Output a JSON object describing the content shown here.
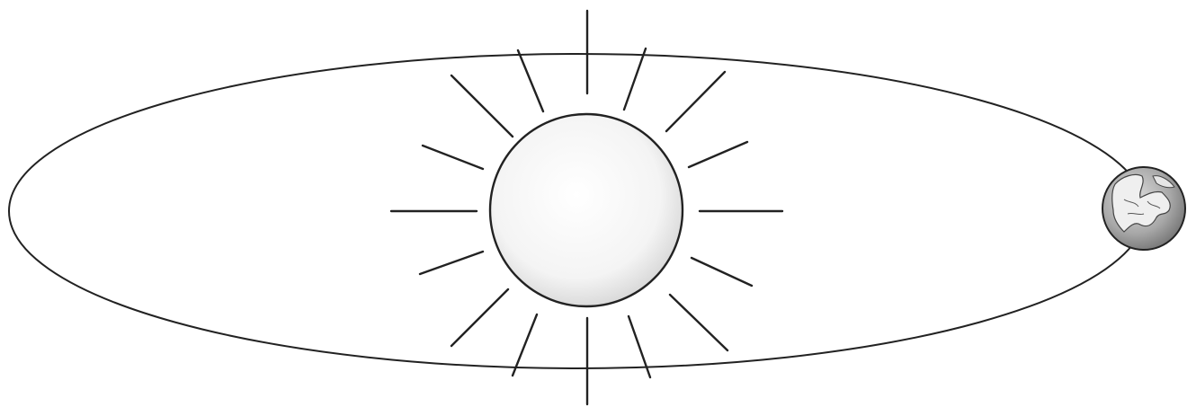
{
  "diagram": {
    "type": "orbit-illustration",
    "central_body": {
      "name": "sun-icon",
      "ray_count": 16
    },
    "orbit": {
      "shape": "ellipse"
    },
    "orbiting_body": {
      "name": "earth-icon"
    },
    "colors": {
      "background": "#ffffff",
      "stroke": "#222222",
      "sun_fill_light": "#ffffff",
      "sun_fill_shade": "#d4d4d4",
      "earth_ocean_light": "#d8d8d8",
      "earth_ocean_dark": "#7a7a7a",
      "earth_land": "#f2f2f2"
    }
  }
}
